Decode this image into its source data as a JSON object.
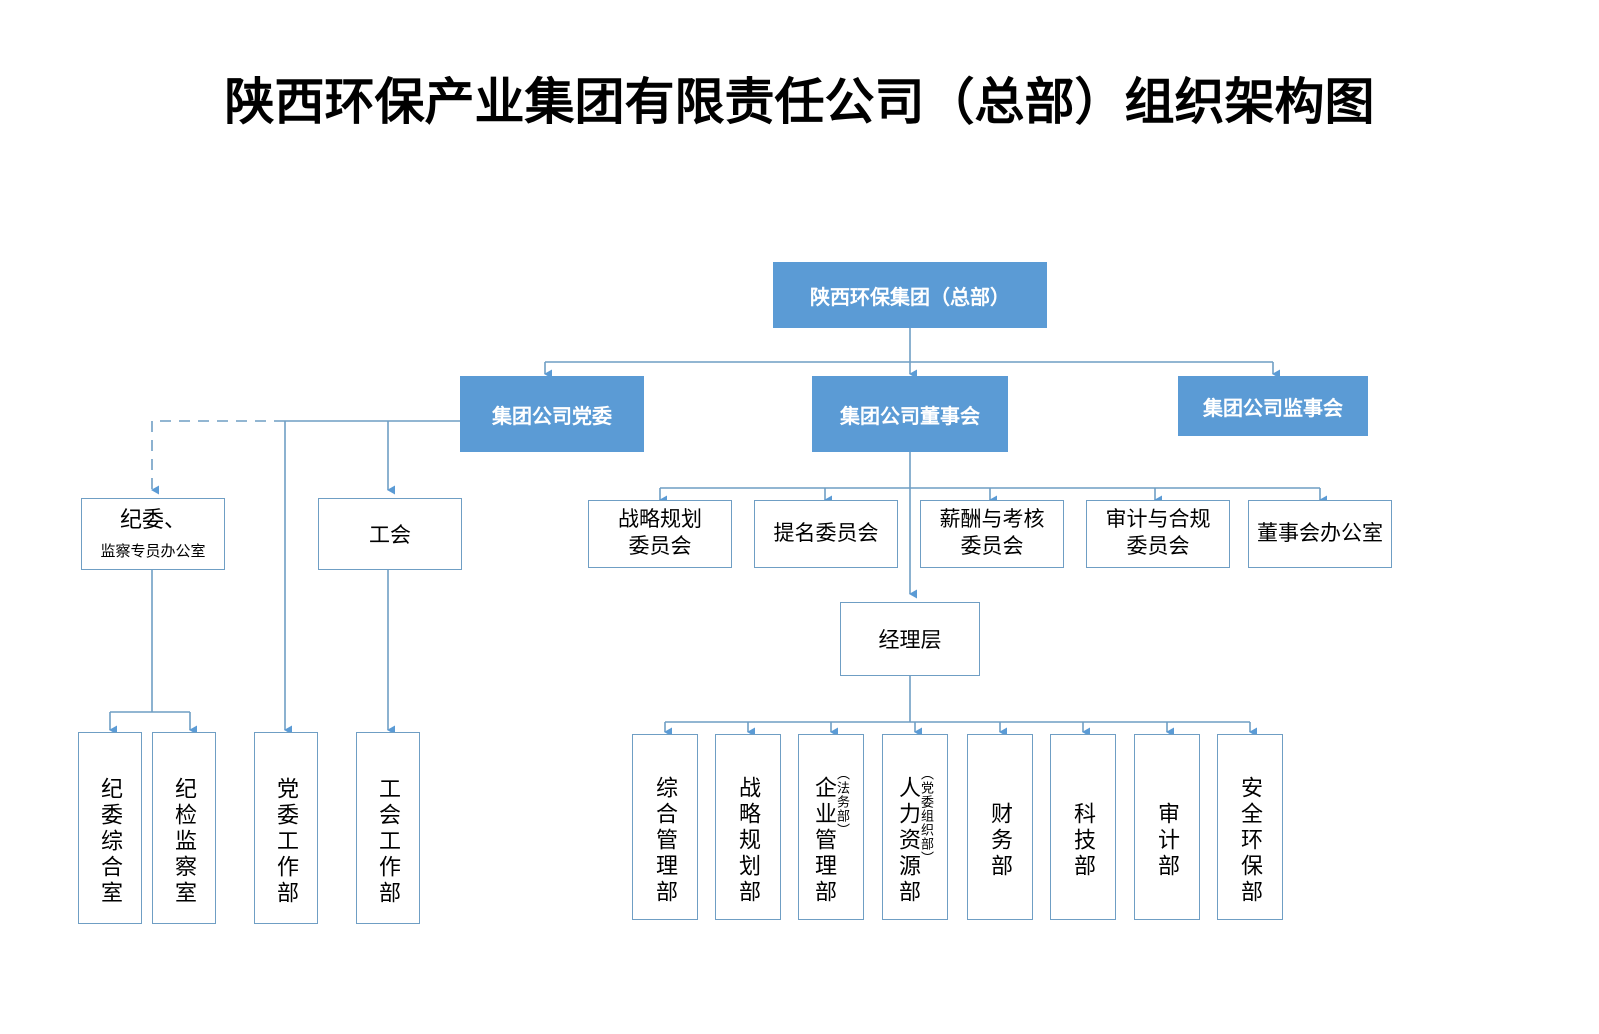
{
  "title": "陕西环保产业集团有限责任公司（总部）组织架构图",
  "colors": {
    "accent": "#5b9bd5",
    "line": "#6f9ec4",
    "box_border": "#6f9ec4",
    "text_on_accent": "#ffffff",
    "background": "#ffffff"
  },
  "root": {
    "label": "陕西环保集团（总部）"
  },
  "level2": [
    {
      "label": "集团公司党委"
    },
    {
      "label": "集团公司董事会"
    },
    {
      "label": "集团公司监事会"
    }
  ],
  "party_branch": {
    "discipline": {
      "line1": "纪委、",
      "line2": "监察专员办公室"
    },
    "union": {
      "label": "工会"
    }
  },
  "board_committees": [
    {
      "line1": "战略规划",
      "line2": "委员会"
    },
    {
      "line1": "提名委员会",
      "line2": ""
    },
    {
      "line1": "薪酬与考核",
      "line2": "委员会"
    },
    {
      "line1": "审计与合规",
      "line2": "委员会"
    },
    {
      "line1": "董事会办公室",
      "line2": ""
    }
  ],
  "management": {
    "label": "经理层"
  },
  "left_departments": [
    {
      "main": "纪委综合室",
      "sub": ""
    },
    {
      "main": "纪检监察室",
      "sub": ""
    },
    {
      "main": "党委工作部",
      "sub": ""
    },
    {
      "main": "工会工作部",
      "sub": ""
    }
  ],
  "right_departments": [
    {
      "main": "综合管理部",
      "sub": ""
    },
    {
      "main": "战略规划部",
      "sub": ""
    },
    {
      "main": "企业管理部",
      "sub": "（法务部）"
    },
    {
      "main": "人力资源部",
      "sub": "（党委组织部）"
    },
    {
      "main": "财务部",
      "sub": ""
    },
    {
      "main": "科技部",
      "sub": ""
    },
    {
      "main": "审计部",
      "sub": ""
    },
    {
      "main": "安全环保部",
      "sub": ""
    }
  ]
}
